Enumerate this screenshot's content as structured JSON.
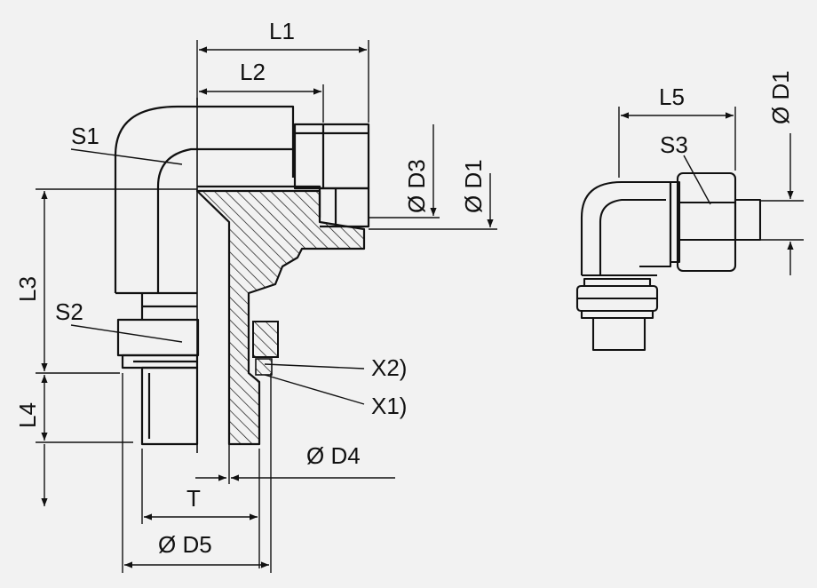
{
  "labels": {
    "l1": "L1",
    "l2": "L2",
    "l3": "L3",
    "l4": "L4",
    "l5": "L5",
    "s1": "S1",
    "s2": "S2",
    "s3": "S3",
    "d1": "Ø D1",
    "d1_right": "Ø D1",
    "d3": "Ø D3",
    "d4": "Ø D4",
    "d5": "Ø D5",
    "t": "T",
    "x1": "X1)",
    "x2": "X2)"
  },
  "colors": {
    "background": "#f2f2f2",
    "line": "#111111",
    "hatch": "#111111"
  }
}
